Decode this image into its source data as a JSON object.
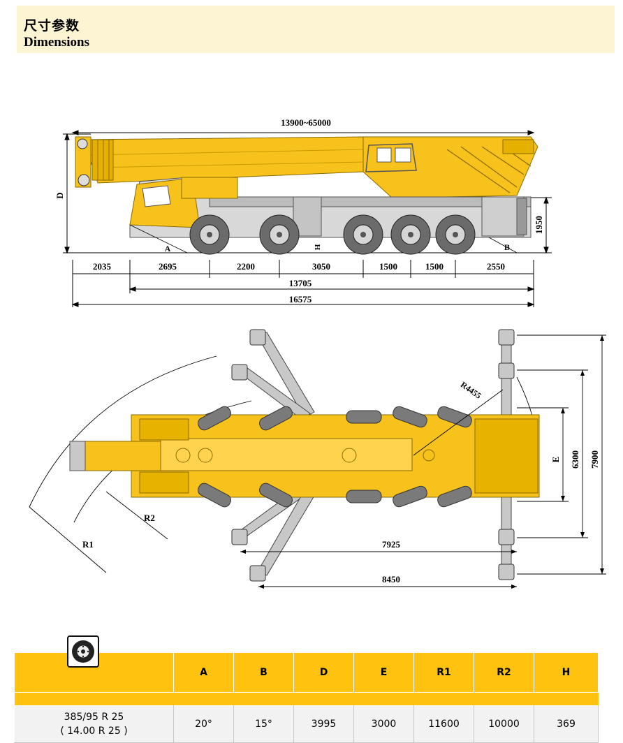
{
  "header": {
    "title_cn": "尺寸参数",
    "title_en": "Dimensions"
  },
  "side_view": {
    "boom_length": "13900~65000",
    "label_d": "D",
    "label_a": "A",
    "label_h": "H",
    "label_b": "B",
    "height_1950": "1950",
    "dims": [
      "2035",
      "2695",
      "2200",
      "3050",
      "1500",
      "1500",
      "2550"
    ],
    "wheelbase_total": "13705",
    "overall_length": "16575"
  },
  "top_view": {
    "r4455": "R4455",
    "r1": "R1",
    "r2": "R2",
    "e": "E",
    "w6300": "6300",
    "w7900": "7900",
    "s7925": "7925",
    "s8450": "8450"
  },
  "spec_table": {
    "headers": [
      "A",
      "B",
      "D",
      "E",
      "R1",
      "R2",
      "H"
    ],
    "tire": [
      "385/95 R 25",
      "( 14.00 R 25 )"
    ],
    "values": [
      "20°",
      "15°",
      "3995",
      "3000",
      "11600",
      "10000",
      "369"
    ]
  },
  "colors": {
    "crane_yellow": "#f7c21b",
    "band_yellow": "#ffc20e",
    "header_bg": "#fcf4d2",
    "tire_grey": "#6b6b6b"
  },
  "icons": {
    "tire": "tire-icon"
  }
}
